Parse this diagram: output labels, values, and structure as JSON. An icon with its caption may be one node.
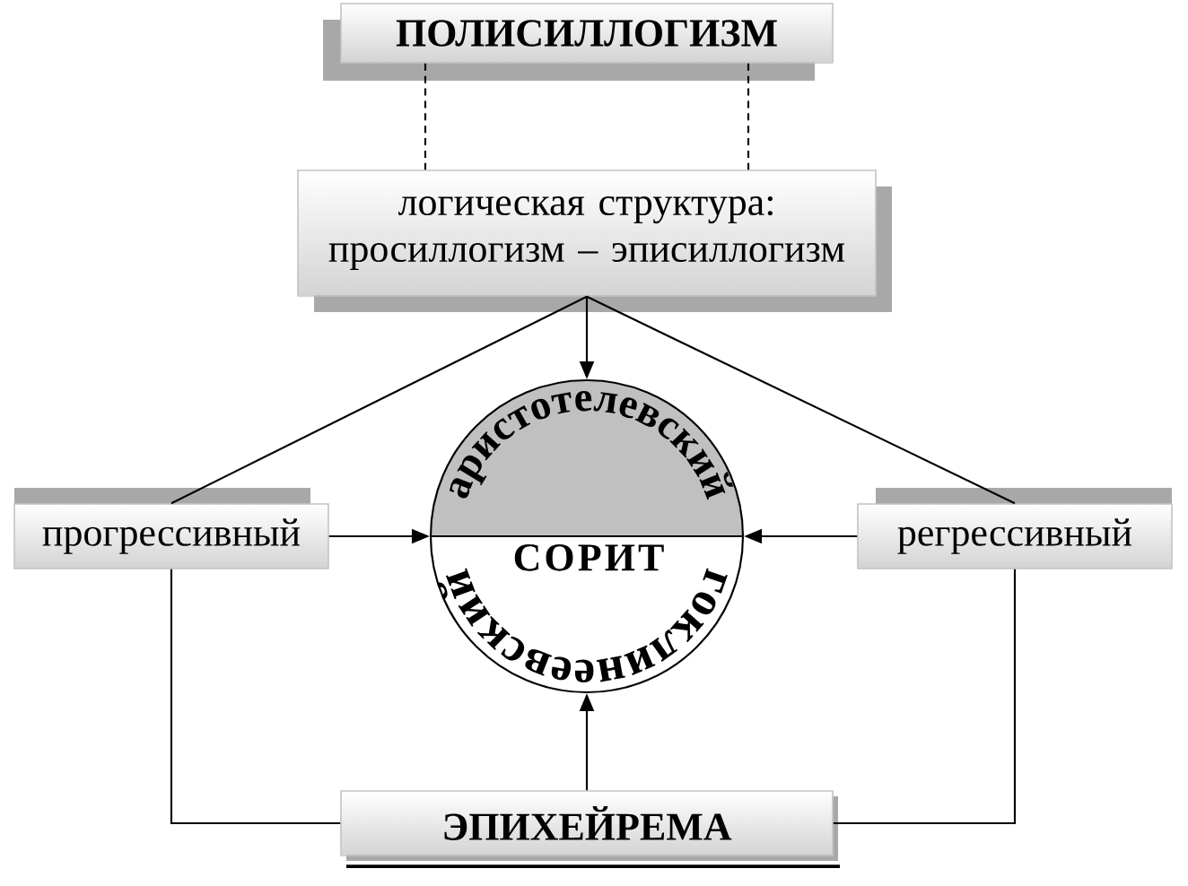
{
  "diagram": {
    "nodes": [
      {
        "text": [
          "ПОЛИСИЛЛОГИЗМ"
        ]
      },
      {
        "text": [
          "логическая структура: просиллогизм – эписиллогизм"
        ]
      },
      {
        "text": [
          "прогрессивный"
        ]
      },
      {
        "text": [
          "аристотелевский",
          "СОРИТ",
          "гоклинеевский"
        ]
      },
      {
        "text": [
          "регрессивный"
        ]
      },
      {
        "text": [
          "ЭПИХЕЙРЕМА"
        ]
      }
    ],
    "edges": [
      {
        "from": 0,
        "to": 1,
        "arrow": "none",
        "style": "dashed"
      },
      {
        "from": 0,
        "to": 1,
        "arrow": "none",
        "style": "dashed"
      },
      {
        "from": 1,
        "to": 3,
        "arrow": "to"
      },
      {
        "from": 1,
        "to": 2,
        "arrow": "none"
      },
      {
        "from": 1,
        "to": 4,
        "arrow": "none"
      },
      {
        "from": 2,
        "to": 3,
        "arrow": "to"
      },
      {
        "from": 4,
        "to": 3,
        "arrow": "to"
      },
      {
        "from": 5,
        "to": 3,
        "arrow": "to"
      },
      {
        "from": 2,
        "to": 5,
        "arrow": "none"
      },
      {
        "from": 4,
        "to": 5,
        "arrow": "none"
      }
    ]
  }
}
